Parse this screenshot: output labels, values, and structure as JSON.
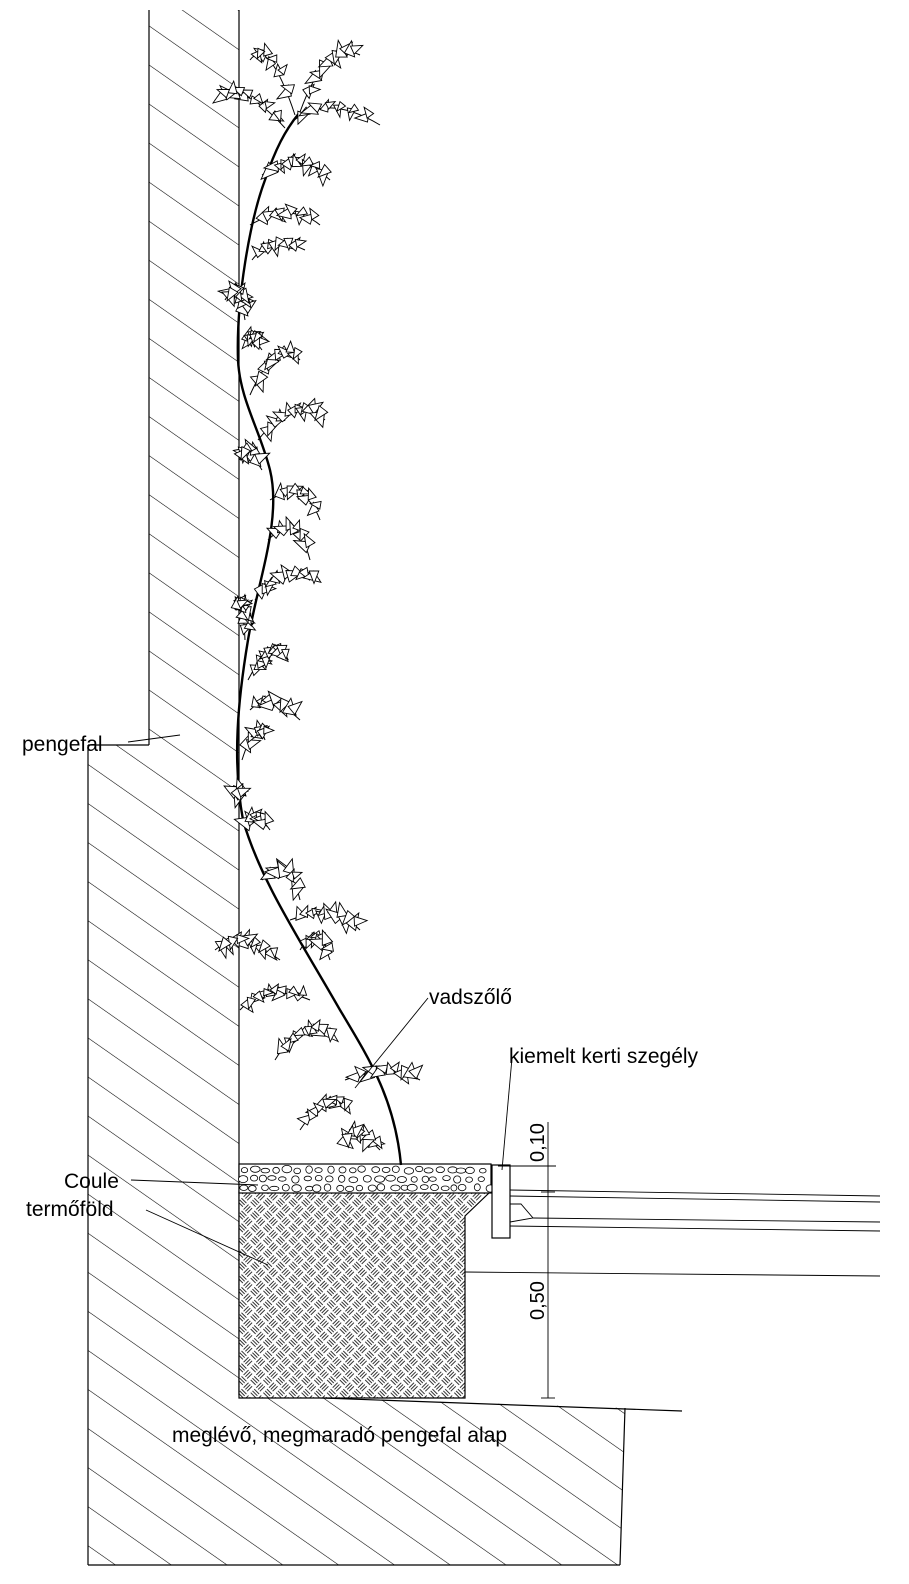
{
  "labels": {
    "wall": "pengefal",
    "vine": "vadszőlő",
    "curb": "kiemelt kerti szegély",
    "gravel": "Coule",
    "soil": "termőföld",
    "foundation": "meglévő, megmaradó pengefal alap"
  },
  "dimensions": {
    "upper": "0,10",
    "lower": "0,50"
  },
  "colors": {
    "line": "#000000",
    "background": "#ffffff"
  }
}
